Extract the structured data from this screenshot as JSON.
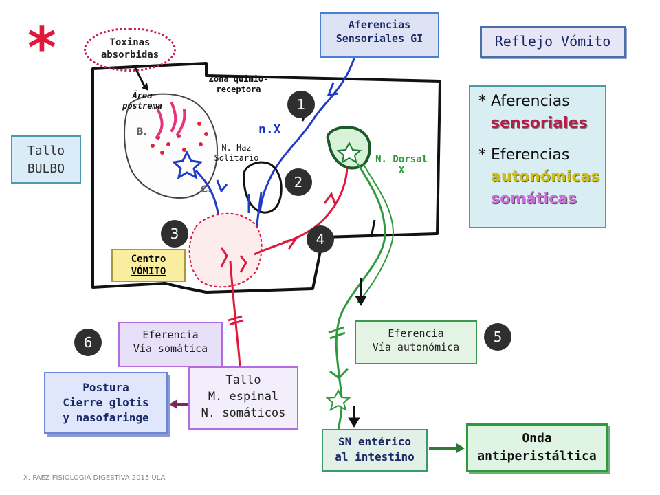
{
  "star": "*",
  "title": "Reflejo Vómito",
  "aferencias_box": {
    "line1": "Aferencias",
    "line2": "Sensoriales GI"
  },
  "tallo_bulbo": {
    "line1": "Tallo",
    "line2": "BULBO"
  },
  "list": {
    "item1": "* Aferencias",
    "item1_sub": "sensoriales",
    "item2": "* Eferencias",
    "item2_sub1": "autonómicas",
    "item2_sub2": "somáticas"
  },
  "toxinas": {
    "line1": "Toxinas",
    "line2": "absorbidas"
  },
  "area_postrema": {
    "line1": "Área",
    "line2": "postrema"
  },
  "zona_quimio": {
    "line1": "Zona quimio-",
    "line2": "receptora"
  },
  "n_haz": {
    "line1": "N. Haz",
    "line2": "Solitario"
  },
  "n_x": "n.X",
  "n_dorsal": {
    "line1": "N. Dorsal",
    "line2": "X"
  },
  "brain_letters": {
    "b": "B.",
    "c": "C."
  },
  "centro": {
    "line1": "Centro",
    "line2": "VÓMITO"
  },
  "numbers": [
    "1",
    "2",
    "3",
    "4",
    "5",
    "6"
  ],
  "eferencia_somatica": {
    "line1": "Eferencia",
    "line2": "Vía somática"
  },
  "tallo_box": {
    "line1": "Tallo",
    "line2": "M. espinal",
    "line3": "N. somáticos"
  },
  "postura": {
    "line1": "Postura",
    "line2": "Cierre glotis",
    "line3": "y nasofaringe"
  },
  "eferencia_autonomica": {
    "line1": "Eferencia",
    "line2": "Vía autonómica"
  },
  "sn_enterico": {
    "line1": "SN entérico",
    "line2": "al intestino"
  },
  "onda": {
    "line1": "Onda",
    "line2": "antiperistáltica"
  },
  "footer": "X. PÁEZ   FISIOLOGÍA DIGESTIVA 2015  ULA",
  "colors": {
    "red": "#e0183a",
    "blue": "#1e3cc8",
    "green": "#2e9a3e",
    "pink": "#e03070"
  }
}
